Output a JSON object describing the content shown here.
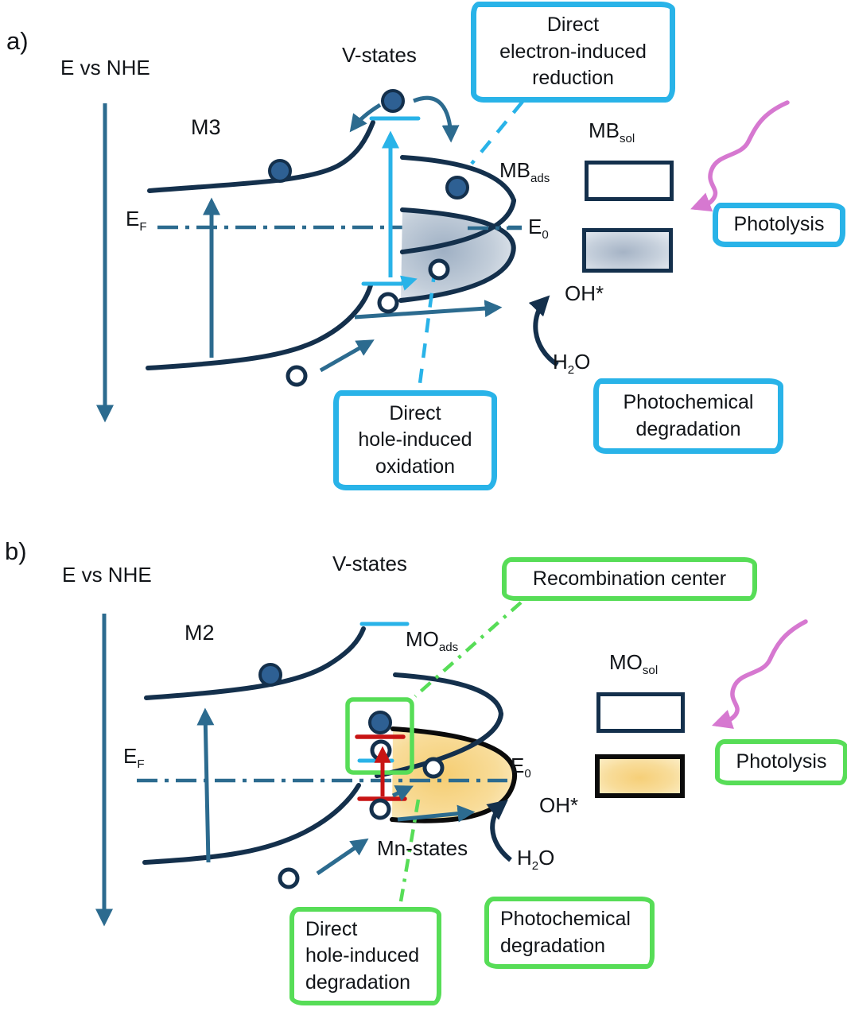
{
  "colors": {
    "accent_cyan": "#29B3E8",
    "accent_green": "#57DD57",
    "accent_pink": "#D678D0",
    "band_navy": "#14304C",
    "arrow_teal": "#2C6B8F",
    "recombination_red": "#C81414",
    "electron_fill": "#2E6093",
    "gray_state_fill": "#A5B3C5",
    "orange_state_fill": "#F6CF78"
  },
  "panel_a": {
    "letter": "a)",
    "axis_label": "E vs NHE",
    "material": "M3",
    "v_states": "V-states",
    "fermi": {
      "base": "E",
      "sub": "F"
    },
    "e0": {
      "base": "E",
      "sub": "0"
    },
    "mb_ads": {
      "base": "MB",
      "sub": "ads"
    },
    "mb_sol": {
      "base": "MB",
      "sub": "sol"
    },
    "oh_radical": "OH*",
    "water": {
      "pre": "H",
      "sub": "2",
      "post": "O"
    },
    "boxes": {
      "reduction_lines": [
        "Direct",
        "electron-induced",
        "reduction"
      ],
      "photolysis": "Photolysis",
      "photochemical_lines": [
        "Photochemical",
        "degradation"
      ],
      "oxidation_lines": [
        "Direct",
        "hole-induced",
        "oxidation"
      ]
    }
  },
  "panel_b": {
    "letter": "b)",
    "axis_label": "E vs NHE",
    "material": "M2",
    "v_states": "V-states",
    "mn_states": "Mn-states",
    "fermi": {
      "base": "E",
      "sub": "F"
    },
    "e0": {
      "base": "E",
      "sub": "0"
    },
    "mo_ads": {
      "base": "MO",
      "sub": "ads"
    },
    "mo_sol": {
      "base": "MO",
      "sub": "sol"
    },
    "oh_radical": "OH*",
    "water": {
      "pre": "H",
      "sub": "2",
      "post": "O"
    },
    "boxes": {
      "recombination": "Recombination center",
      "photolysis": "Photolysis",
      "photochemical_lines": [
        "Photochemical",
        "degradation"
      ],
      "degradation_lines": [
        "Direct",
        "hole-induced",
        "degradation"
      ]
    }
  }
}
